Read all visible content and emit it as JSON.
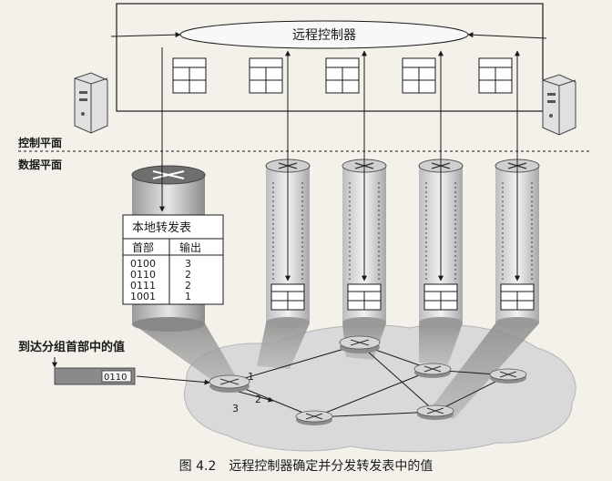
{
  "controller": {
    "label": "远程控制器"
  },
  "planes": {
    "control": "控制平面",
    "data": "数据平面"
  },
  "local_table": {
    "title": "本地转发表",
    "headers": [
      "首部",
      "输出"
    ],
    "rows": [
      [
        "0100",
        "3"
      ],
      [
        "0110",
        "2"
      ],
      [
        "0111",
        "2"
      ],
      [
        "1001",
        "1"
      ]
    ]
  },
  "packet": {
    "caption": "到达分组首部中的值",
    "value": "0110"
  },
  "ports": [
    "1",
    "2",
    "3"
  ],
  "figure_caption": "图 4.2　远程控制器确定并分发转发表中的值"
}
